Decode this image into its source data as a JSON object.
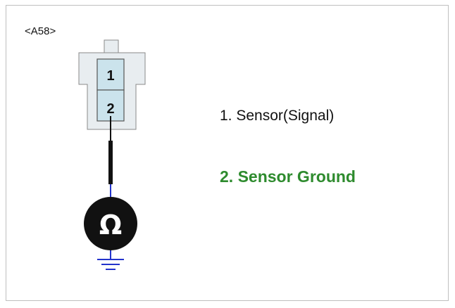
{
  "connector_id": "<A58>",
  "pins": [
    {
      "number": "1",
      "label": "1. Sensor(Signal)",
      "highlighted": false
    },
    {
      "number": "2",
      "label": "2. Sensor Ground",
      "highlighted": true
    }
  ],
  "meter_symbol": "Ω",
  "colors": {
    "highlight_text": "#2e8b2e",
    "connector_fill": "#e8edf0",
    "pin_fill": "#cbe3ec",
    "wire_black": "#111111",
    "wire_blue": "#2233cc",
    "meter_fill": "#111111",
    "meter_symbol": "#ffffff"
  }
}
